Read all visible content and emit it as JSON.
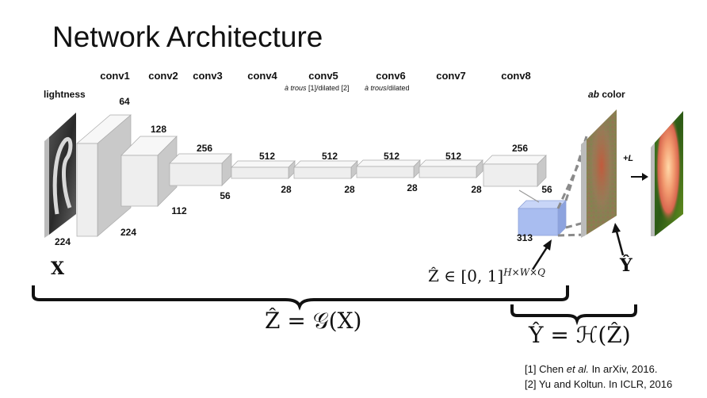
{
  "title": "Network Architecture",
  "layers": [
    {
      "name": "conv1"
    },
    {
      "name": "conv2"
    },
    {
      "name": "conv3"
    },
    {
      "name": "conv4"
    },
    {
      "name": "conv5"
    },
    {
      "name": "conv6"
    },
    {
      "name": "conv7"
    },
    {
      "name": "conv8"
    }
  ],
  "layer_notes": {
    "conv5_a": "à trous",
    "conv5_b": " [1]/dilated [2]",
    "conv6_a": "à trous",
    "conv6_b": "/dilated"
  },
  "input_label": "lightness",
  "output_label_italic": "ab",
  "output_label_rest": " color",
  "plus_l": "+L",
  "dims": {
    "input_size": "224",
    "conv1_channels": "64",
    "conv1_size": "224",
    "conv2_channels": "128",
    "conv2_size": "112",
    "conv3_channels": "256",
    "conv3_size": "56",
    "conv4_channels": "512",
    "conv4_size": "28",
    "conv5_channels": "512",
    "conv5_size": "28",
    "conv6_channels": "512",
    "conv6_size": "28",
    "conv7_channels": "512",
    "conv7_size": "28",
    "conv8_channels": "256",
    "conv8_size": "56",
    "output_bins": "313"
  },
  "math": {
    "x": "X",
    "z_hat_range": "Ẑ ∈ [0, 1]",
    "z_hat_exp": "H×W×Q",
    "y_hat": "Ŷ",
    "g_eq": "Ẑ = 𝒢(X)",
    "h_eq": "Ŷ = ℋ(Ẑ)"
  },
  "references": [
    {
      "pre": "[1] Chen ",
      "italic": "et al.",
      "post": " In arXiv, 2016."
    },
    {
      "pre": "[2] Yu and Koltun. In ICLR, 2016",
      "italic": "",
      "post": ""
    }
  ],
  "colors": {
    "block_front": "#eeeeee",
    "block_top": "#f7f7f7",
    "block_side": "#c9c9c9",
    "block_edge": "#aaaaaa",
    "prob_block": "#a9bdf0",
    "dashed": "#8a8a8a"
  }
}
